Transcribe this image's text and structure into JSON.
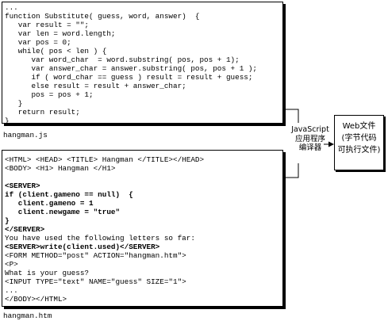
{
  "js_file": {
    "filename": "hangman.js",
    "lines": [
      {
        "text": "...",
        "bold": false
      },
      {
        "text": "function Substitute( guess, word, answer)  {",
        "bold": false
      },
      {
        "text": "   var result = \"\";",
        "bold": false
      },
      {
        "text": "   var len = word.length;",
        "bold": false
      },
      {
        "text": "   var pos = 0;",
        "bold": false
      },
      {
        "text": "   while( pos < len ) {",
        "bold": false
      },
      {
        "text": "      var word_char  = word.substring( pos, pos + 1);",
        "bold": false
      },
      {
        "text": "      var answer_char = answer.substring( pos, pos + 1 );",
        "bold": false
      },
      {
        "text": "      if ( word_char == guess ) result = result + guess;",
        "bold": false
      },
      {
        "text": "      else result = result + answer_char;",
        "bold": false
      },
      {
        "text": "      pos = pos + 1;",
        "bold": false
      },
      {
        "text": "   }",
        "bold": false
      },
      {
        "text": "   return result;",
        "bold": false
      },
      {
        "text": "}",
        "bold": false
      }
    ]
  },
  "htm_file": {
    "filename": "hangman.htm",
    "lines": [
      {
        "text": "<HTML> <HEAD> <TITLE> Hangman </TITLE></HEAD>",
        "bold": false
      },
      {
        "text": "<BODY> <H1> Hangman </H1>",
        "bold": false
      },
      {
        "text": "",
        "bold": false
      },
      {
        "text": "<SERVER>",
        "bold": true
      },
      {
        "text": "if (client.gameno == null)  {",
        "bold": true
      },
      {
        "text": "   client.gameno = 1",
        "bold": true
      },
      {
        "text": "   client.newgame = \"true\"",
        "bold": true
      },
      {
        "text": "}",
        "bold": true
      },
      {
        "text": "</SERVER>",
        "bold": true
      },
      {
        "text": "You have used the following letters so far:",
        "bold": false
      },
      {
        "text": "<SERVER>write(client.used)</SERVER>",
        "bold": true
      },
      {
        "text": "<FORM METHOD=\"post\" ACTION=\"hangman.htm\">",
        "bold": false
      },
      {
        "text": "<P>",
        "bold": false
      },
      {
        "text": "What is your guess?",
        "bold": false
      },
      {
        "text": "<INPUT TYPE=\"text\" NAME=\"guess\" SIZE=\"1\">",
        "bold": false
      },
      {
        "text": "...",
        "bold": false
      },
      {
        "text": "</BODY></HTML>",
        "bold": false
      }
    ]
  },
  "compiler": {
    "lines": [
      "JavaScript",
      "应用程序",
      "编译器"
    ]
  },
  "output": {
    "lines": [
      "Web文件",
      "(字节代码",
      "可执行文件)"
    ]
  }
}
